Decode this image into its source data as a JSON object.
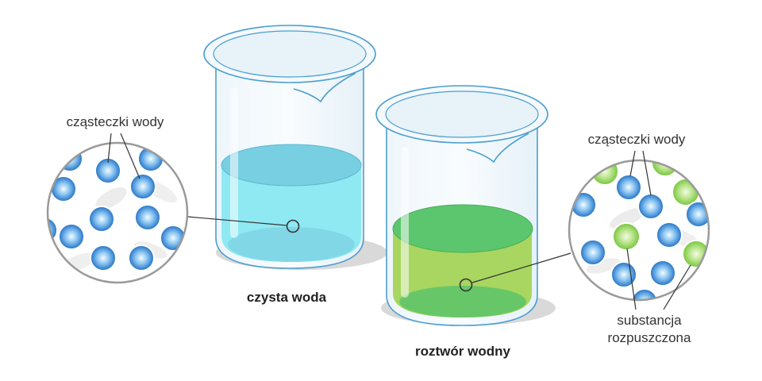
{
  "labels": {
    "left_water_molecules": "cząsteczki wody",
    "right_water_molecules": "cząsteczki wody",
    "solute_line1": "substancja",
    "solute_line2": "rozpuszczona",
    "pure_water": "czysta woda",
    "solution": "roztwór wodny"
  },
  "colors": {
    "water_molecule": "#2f86d6",
    "solute_particle": "#8fd14f",
    "pure_water_liquid": "#7fe3f0",
    "solution_liquid": "#a6d65f",
    "solution_surface": "#5cc66e",
    "glass_outline": "#4b9ed0"
  },
  "left_magnifier": {
    "water_molecules": 12,
    "icon": "water-molecule-icon"
  },
  "right_magnifier": {
    "water_molecules": 9,
    "solute_particles": 5,
    "icon": "solute-particle-icon"
  }
}
